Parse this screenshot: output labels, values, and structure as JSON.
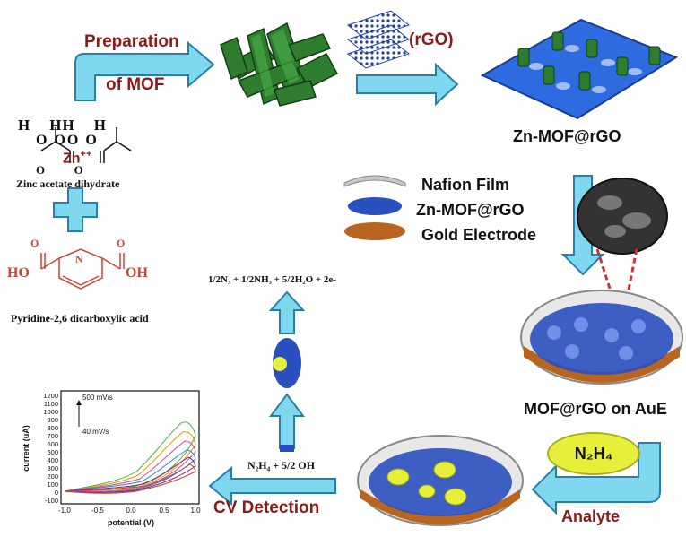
{
  "steps": {
    "prep_line1": "Preparation",
    "prep_line2": "of MOF",
    "rgo": "(rGO)",
    "zn_mof_rgo": "Zn-MOF@rGO",
    "mof_on_aue": "MOF@rGO on AuE",
    "analyte_chip": "N₂H₄",
    "analyte_label": "Analyte",
    "cv_detection": "CV Detection"
  },
  "reagents": {
    "zinc_label": "Zinc acetate dihydrate",
    "zn_ion": "Zn",
    "zn_charge": "++",
    "pyridine_label": "Pyridine-2,6 dicarboxylic acid",
    "ho": "HO",
    "oh": "OH",
    "n": "N",
    "o": "O",
    "h": "H"
  },
  "legend": {
    "items": [
      {
        "label": "Nafion Film",
        "color": "#c8c8c8"
      },
      {
        "label": "Zn-MOF@rGO",
        "color": "#2a4fbf"
      },
      {
        "label": "Gold Electrode",
        "color": "#b8651f"
      }
    ]
  },
  "reaction": {
    "products": "1/2N₃ + 1/2NH₃ + 5/2H₂O + 2e-",
    "reactants": "N₂H₄ + 5/2 OH"
  },
  "cv_plot": {
    "ylabel": "current (uA)",
    "xlabel": "potential (V)",
    "scan_high": "500 mV/s",
    "scan_low": "40 mV/s",
    "y_ticks": [
      "1200",
      "1100",
      "1000",
      "900",
      "800",
      "700",
      "600",
      "500",
      "400",
      "300",
      "200",
      "100",
      "0",
      "-100"
    ],
    "x_ticks": [
      "-1.0",
      "-0.5",
      "0.0",
      "0.5",
      "1.0"
    ]
  },
  "colors": {
    "arrow": "#7fd8ee",
    "arrow_edge": "#2a7fa8",
    "mof_green": "#2e7d2e",
    "rgo_blue": "#2a4fbf",
    "analyte_yellow": "#e6ef3a",
    "gold": "#b8651f"
  }
}
